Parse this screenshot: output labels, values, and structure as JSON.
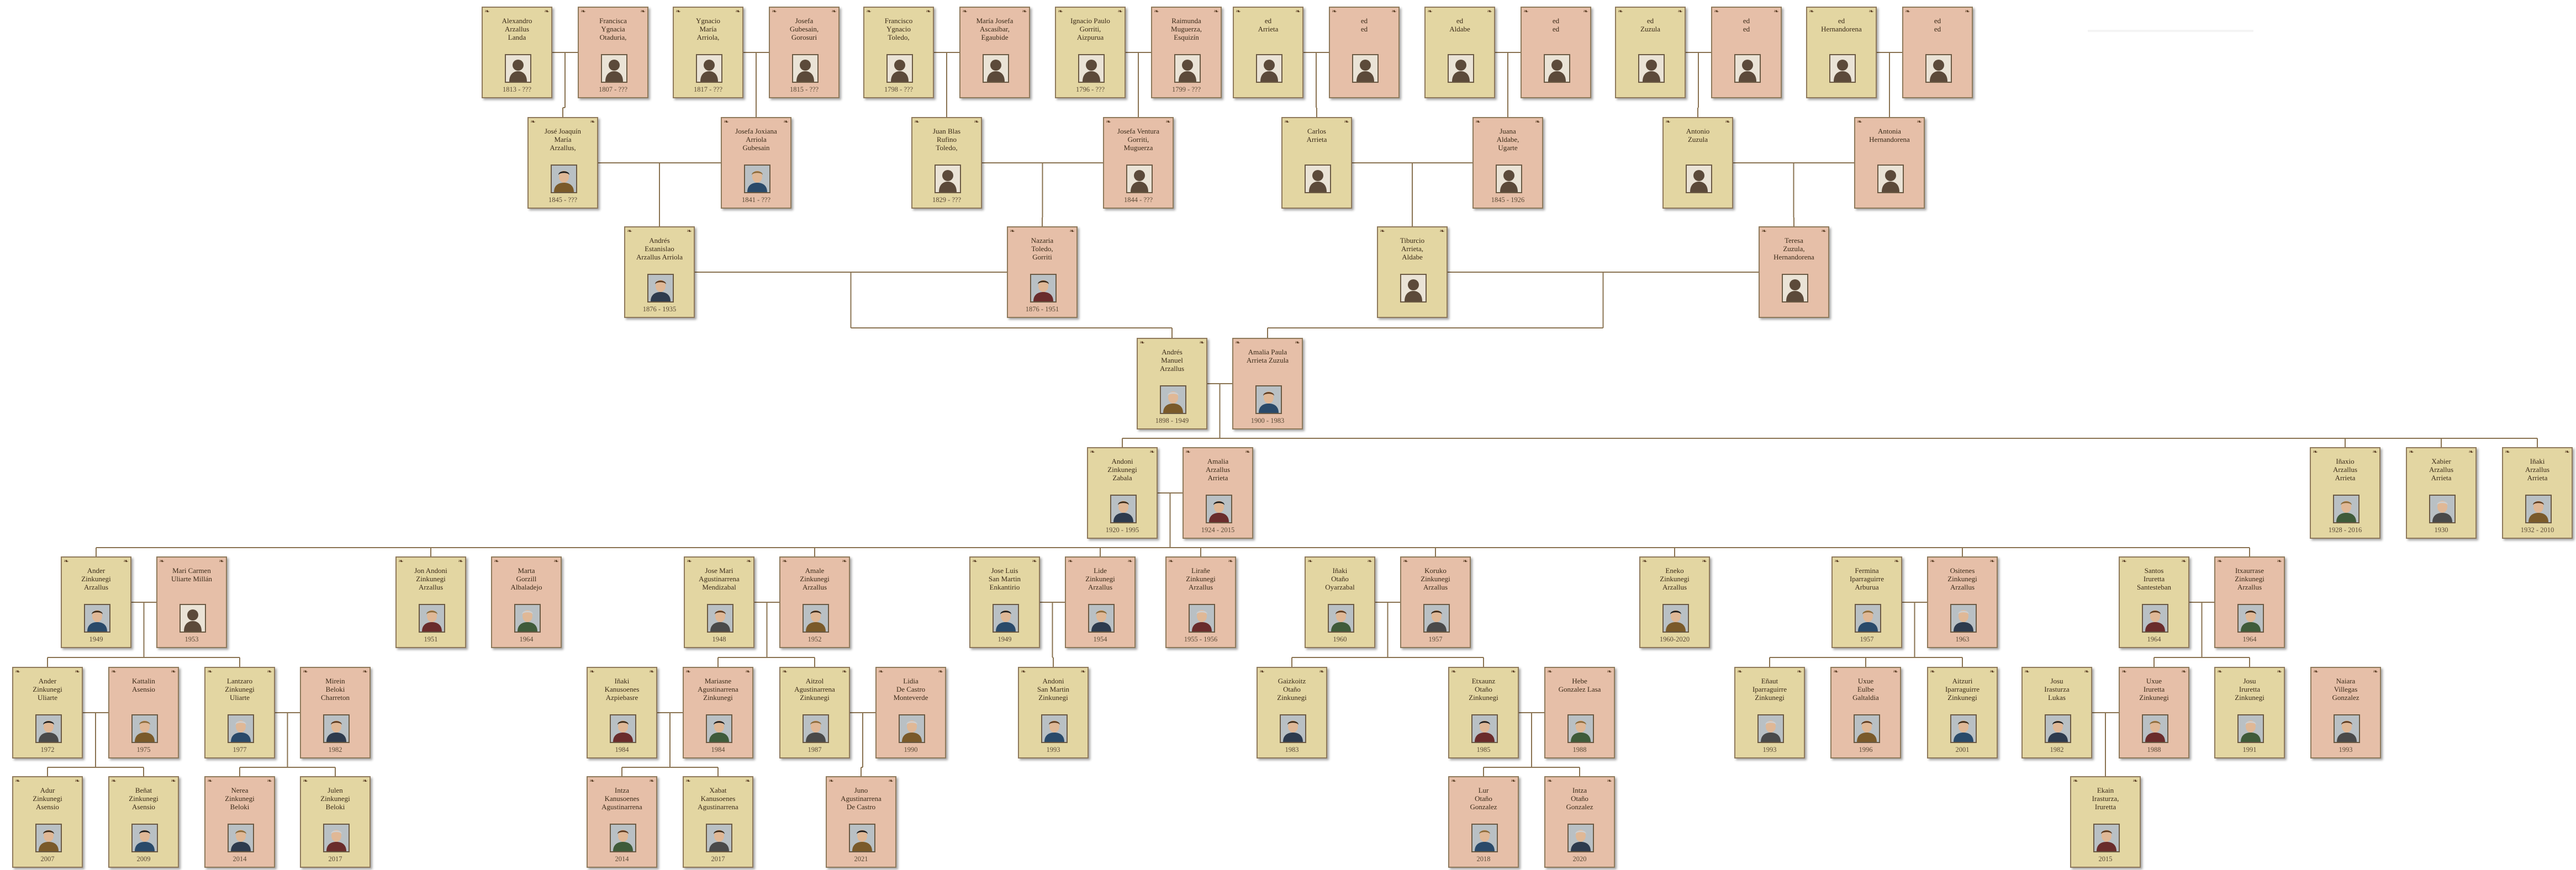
{
  "colors": {
    "male": "#e3d6a2",
    "female": "#e6bfa8",
    "line": "#8a7352"
  },
  "persons": [
    {
      "id": "g1",
      "names": [
        "Alexandro",
        "Arzallus",
        "Landa"
      ],
      "dates": "1813 - ???",
      "sex": "m",
      "photo": "silhouette-icon"
    },
    {
      "id": "g2",
      "names": [
        "Francisca",
        "Ygnacia",
        "Otaduria,"
      ],
      "dates": "1807 - ???",
      "sex": "f",
      "photo": "silhouette-icon"
    },
    {
      "id": "g3",
      "names": [
        "Ygnacio",
        "María",
        "Arriola,"
      ],
      "dates": "1817 - ???",
      "sex": "m",
      "photo": "silhouette-icon"
    },
    {
      "id": "g4",
      "names": [
        "Josefa",
        "Gubesain,",
        "Gorosuri"
      ],
      "dates": "1815 - ???",
      "sex": "f",
      "photo": "silhouette-icon"
    },
    {
      "id": "g5",
      "names": [
        "Francisco",
        "Ygnacio",
        "Toledo,"
      ],
      "dates": "1798 - ???",
      "sex": "m",
      "photo": "silhouette-icon"
    },
    {
      "id": "g6",
      "names": [
        "María Josefa",
        "Ascasíbar,",
        "Egaubide"
      ],
      "dates": "",
      "sex": "f",
      "photo": "silhouette-icon"
    },
    {
      "id": "g7",
      "names": [
        "Ignacio Paulo",
        "Gorriti,",
        "Aizpurua"
      ],
      "dates": "1796 - ???",
      "sex": "m",
      "photo": "silhouette-icon"
    },
    {
      "id": "g8",
      "names": [
        "Raimunda",
        "Muguerza,",
        "Esquizín"
      ],
      "dates": "1799 - ???",
      "sex": "f",
      "photo": "silhouette-icon"
    },
    {
      "id": "g9",
      "names": [
        "ed",
        "Arrieta"
      ],
      "dates": "",
      "sex": "m",
      "photo": "silhouette-icon"
    },
    {
      "id": "g10",
      "names": [
        "ed",
        "ed"
      ],
      "dates": "",
      "sex": "f",
      "photo": "silhouette-icon"
    },
    {
      "id": "g11",
      "names": [
        "ed",
        "Aldabe"
      ],
      "dates": "",
      "sex": "m",
      "photo": "silhouette-icon"
    },
    {
      "id": "g12",
      "names": [
        "ed",
        "ed"
      ],
      "dates": "",
      "sex": "f",
      "photo": "silhouette-icon"
    },
    {
      "id": "g13",
      "names": [
        "ed",
        "Zuzula"
      ],
      "dates": "",
      "sex": "m",
      "photo": "silhouette-icon"
    },
    {
      "id": "g14",
      "names": [
        "ed",
        "ed"
      ],
      "dates": "",
      "sex": "f",
      "photo": "silhouette-icon"
    },
    {
      "id": "g15",
      "names": [
        "ed",
        "Hernandorena"
      ],
      "dates": "",
      "sex": "m",
      "photo": "silhouette-icon"
    },
    {
      "id": "g16",
      "names": [
        "ed",
        "ed"
      ],
      "dates": "",
      "sex": "f",
      "photo": "silhouette-icon"
    },
    {
      "id": "p1",
      "names": [
        "José Joaquín",
        "María",
        "Arzallus,"
      ],
      "dates": "1845 - ???",
      "sex": "m",
      "photo": "portrait-photo"
    },
    {
      "id": "p2",
      "names": [
        "Josefa Joxiana",
        "Arriola",
        "Gubesain"
      ],
      "dates": "1841 - ???",
      "sex": "f",
      "photo": "portrait-photo"
    },
    {
      "id": "p3",
      "names": [
        "Juan Blas",
        "Rufino",
        "Toledo,"
      ],
      "dates": "1829 - ???",
      "sex": "m",
      "photo": "silhouette-icon"
    },
    {
      "id": "p4",
      "names": [
        "Josefa Ventura",
        "Gorriti,",
        "Muguerza"
      ],
      "dates": "1844 - ???",
      "sex": "f",
      "photo": "silhouette-icon"
    },
    {
      "id": "p5",
      "names": [
        "Carlos",
        "Arrieta"
      ],
      "dates": "",
      "sex": "m",
      "photo": "silhouette-icon"
    },
    {
      "id": "p6",
      "names": [
        "Juana",
        "Aldabe,",
        "Ugarte"
      ],
      "dates": "1845 - 1926",
      "sex": "f",
      "photo": "silhouette-icon"
    },
    {
      "id": "p7",
      "names": [
        "Antonio",
        "Zuzula"
      ],
      "dates": "",
      "sex": "m",
      "photo": "silhouette-icon"
    },
    {
      "id": "p8",
      "names": [
        "Antonia",
        "Hernandorena"
      ],
      "dates": "",
      "sex": "f",
      "photo": "silhouette-icon"
    },
    {
      "id": "q1",
      "names": [
        "Andrés",
        "Estanislao",
        "Arzallus Arriola"
      ],
      "dates": "1876 - 1935",
      "sex": "m",
      "photo": "portrait-photo"
    },
    {
      "id": "q2",
      "names": [
        "Nazaria",
        "Toledo,",
        "Gorriti"
      ],
      "dates": "1876 - 1951",
      "sex": "f",
      "photo": "portrait-photo"
    },
    {
      "id": "q3",
      "names": [
        "Tiburcio",
        "Arrieta,",
        "Aldabe"
      ],
      "dates": "",
      "sex": "m",
      "photo": "silhouette-icon"
    },
    {
      "id": "q4",
      "names": [
        "Teresa",
        "Zuzula,",
        "Hernandorena"
      ],
      "dates": "",
      "sex": "f",
      "photo": "silhouette-icon"
    },
    {
      "id": "r1",
      "names": [
        "Andrés",
        "Manuel",
        "Arzallus"
      ],
      "dates": "1898 - 1949",
      "sex": "m",
      "photo": "portrait-photo"
    },
    {
      "id": "r2",
      "names": [
        "Amalia Paula",
        "Arrieta Zuzula"
      ],
      "dates": "1900 - 1983",
      "sex": "f",
      "photo": "portrait-photo"
    },
    {
      "id": "s1",
      "names": [
        "Andoni",
        "Zinkunegi",
        "Zabala"
      ],
      "dates": "1920 - 1995",
      "sex": "m",
      "photo": "portrait-photo"
    },
    {
      "id": "s2",
      "names": [
        "Amalia",
        "Arzallus",
        "Arrieta"
      ],
      "dates": "1924 - 2015",
      "sex": "f",
      "photo": "portrait-photo"
    },
    {
      "id": "s3",
      "names": [
        "Iñaxio",
        "Arzallus",
        "Arrieta"
      ],
      "dates": "1928 - 2016",
      "sex": "m",
      "photo": "portrait-photo"
    },
    {
      "id": "s4",
      "names": [
        "Xabier",
        "Arzallus",
        "Arrieta"
      ],
      "dates": "1930",
      "sex": "m",
      "photo": "portrait-photo"
    },
    {
      "id": "s5",
      "names": [
        "Iñaki",
        "Arzallus",
        "Arrieta"
      ],
      "dates": "1932 - 2010",
      "sex": "m",
      "photo": "portrait-photo"
    },
    {
      "id": "t1",
      "names": [
        "Ander",
        "Zinkunegi",
        "Arzallus"
      ],
      "dates": "1949",
      "sex": "m",
      "photo": "portrait-photo"
    },
    {
      "id": "t2",
      "names": [
        "Mari Carmen",
        "Uliarte Millán"
      ],
      "dates": "1953",
      "sex": "f",
      "photo": "silhouette-icon"
    },
    {
      "id": "t3",
      "names": [
        "Jon Andoni",
        "Zinkunegi",
        "Arzallus"
      ],
      "dates": "1951",
      "sex": "m",
      "photo": "portrait-photo"
    },
    {
      "id": "t4",
      "names": [
        "Marta",
        "Gorzill",
        "Albaladejo"
      ],
      "dates": "1964",
      "sex": "f",
      "photo": "portrait-photo"
    },
    {
      "id": "t5",
      "names": [
        "Jose Mari",
        "Agustinarrena",
        "Mendizabal"
      ],
      "dates": "1948",
      "sex": "m",
      "photo": "portrait-photo"
    },
    {
      "id": "t6",
      "names": [
        "Amale",
        "Zinkunegi",
        "Arzallus"
      ],
      "dates": "1952",
      "sex": "f",
      "photo": "portrait-photo"
    },
    {
      "id": "t7",
      "names": [
        "Jose Luis",
        "San Martin",
        "Enkantirio"
      ],
      "dates": "1949",
      "sex": "m",
      "photo": "portrait-photo"
    },
    {
      "id": "t8",
      "names": [
        "Lide",
        "Zinkunegi",
        "Arzallus"
      ],
      "dates": "1954",
      "sex": "f",
      "photo": "portrait-photo"
    },
    {
      "id": "t9",
      "names": [
        "Lirañe",
        "Zinkunegi",
        "Arzallus"
      ],
      "dates": "1955 - 1956",
      "sex": "f",
      "photo": "portrait-photo"
    },
    {
      "id": "t10",
      "names": [
        "Iñaki",
        "Otaño",
        "Oyarzabal"
      ],
      "dates": "1960",
      "sex": "m",
      "photo": "portrait-photo"
    },
    {
      "id": "t11",
      "names": [
        "Koruko",
        "Zinkunegi",
        "Arzallus"
      ],
      "dates": "1957",
      "sex": "f",
      "photo": "portrait-photo"
    },
    {
      "id": "t12",
      "names": [
        "Eneko",
        "Zinkunegi",
        "Arzallus"
      ],
      "dates": "1960-2020",
      "sex": "m",
      "photo": "portrait-photo"
    },
    {
      "id": "t13",
      "names": [
        "Fermina",
        "Iparraguirre",
        "Arburua"
      ],
      "dates": "1957",
      "sex": "m",
      "photo": "portrait-photo"
    },
    {
      "id": "t14",
      "names": [
        "Ositenes",
        "Zinkunegi",
        "Arzallus"
      ],
      "dates": "1963",
      "sex": "f",
      "photo": "portrait-photo"
    },
    {
      "id": "t15",
      "names": [
        "Santos",
        "Iruretta",
        "Santesteban"
      ],
      "dates": "1964",
      "sex": "m",
      "photo": "portrait-photo"
    },
    {
      "id": "t16",
      "names": [
        "Itxaurrase",
        "Zinkunegi",
        "Arzallus"
      ],
      "dates": "1964",
      "sex": "f",
      "photo": "portrait-photo"
    },
    {
      "id": "u1",
      "names": [
        "Ander",
        "Zinkunegi",
        "Uliarte"
      ],
      "dates": "1972",
      "sex": "m",
      "photo": "portrait-photo"
    },
    {
      "id": "u2",
      "names": [
        "Kattalin",
        "Asensio"
      ],
      "dates": "1975",
      "sex": "f",
      "photo": "portrait-photo"
    },
    {
      "id": "u3",
      "names": [
        "Lantzaro",
        "Zinkunegi",
        "Uliarte"
      ],
      "dates": "1977",
      "sex": "m",
      "photo": "portrait-photo"
    },
    {
      "id": "u4",
      "names": [
        "Mirein",
        "Beloki",
        "Charreton"
      ],
      "dates": "1982",
      "sex": "f",
      "photo": "portrait-photo"
    },
    {
      "id": "u5",
      "names": [
        "Iñaki",
        "Kanusoenes",
        "Azpiebasre"
      ],
      "dates": "1984",
      "sex": "m",
      "photo": "portrait-photo"
    },
    {
      "id": "u6",
      "names": [
        "Mariasne",
        "Agustinarrena",
        "Zinkunegi"
      ],
      "dates": "1984",
      "sex": "f",
      "photo": "portrait-photo"
    },
    {
      "id": "u7",
      "names": [
        "Aitzol",
        "Agustinarrena",
        "Zinkunegi"
      ],
      "dates": "1987",
      "sex": "m",
      "photo": "portrait-photo"
    },
    {
      "id": "u8",
      "names": [
        "Lidia",
        "De Castro",
        "Monteverde"
      ],
      "dates": "1990",
      "sex": "f",
      "photo": "portrait-photo"
    },
    {
      "id": "u9",
      "names": [
        "Andoni",
        "San Martin",
        "Zinkunegi"
      ],
      "dates": "1993",
      "sex": "m",
      "photo": "portrait-photo"
    },
    {
      "id": "u10",
      "names": [
        "Gaizkoitz",
        "Otaño",
        "Zinkunegi"
      ],
      "dates": "1983",
      "sex": "m",
      "photo": "portrait-photo"
    },
    {
      "id": "u11",
      "names": [
        "Etxaunz",
        "Otaño",
        "Zinkunegi"
      ],
      "dates": "1985",
      "sex": "m",
      "photo": "portrait-photo"
    },
    {
      "id": "u12",
      "names": [
        "Hebe",
        "Gonzalez Lasa"
      ],
      "dates": "1988",
      "sex": "f",
      "photo": "portrait-photo"
    },
    {
      "id": "u13",
      "names": [
        "Eñaut",
        "Iparraguirre",
        "Zinkunegi"
      ],
      "dates": "1993",
      "sex": "m",
      "photo": "portrait-photo"
    },
    {
      "id": "u14",
      "names": [
        "Uxue",
        "Eulbe",
        "Galtaldia"
      ],
      "dates": "1996",
      "sex": "f",
      "photo": "portrait-photo"
    },
    {
      "id": "u15",
      "names": [
        "Aitzuri",
        "Iparraguirre",
        "Zinkunegi"
      ],
      "dates": "2001",
      "sex": "m",
      "photo": "portrait-photo"
    },
    {
      "id": "u16",
      "names": [
        "Josu",
        "Irasturza",
        "Lukas"
      ],
      "dates": "1982",
      "sex": "m",
      "photo": "portrait-photo"
    },
    {
      "id": "u17",
      "names": [
        "Uxue",
        "Iruretta",
        "Zinkunegi"
      ],
      "dates": "1988",
      "sex": "f",
      "photo": "portrait-photo"
    },
    {
      "id": "u18",
      "names": [
        "Josu",
        "Iruretta",
        "Zinkunegi"
      ],
      "dates": "1991",
      "sex": "m",
      "photo": "portrait-photo"
    },
    {
      "id": "u19",
      "names": [
        "Naiara",
        "Villegas",
        "Gonzalez"
      ],
      "dates": "1993",
      "sex": "f",
      "photo": "portrait-photo"
    },
    {
      "id": "v1",
      "names": [
        "Adur",
        "Zinkunegi",
        "Asensio"
      ],
      "dates": "2007",
      "sex": "m",
      "photo": "portrait-photo"
    },
    {
      "id": "v2",
      "names": [
        "Beñat",
        "Zinkunegi",
        "Asensio"
      ],
      "dates": "2009",
      "sex": "m",
      "photo": "portrait-photo"
    },
    {
      "id": "v3",
      "names": [
        "Nerea",
        "Zinkunegi",
        "Beloki"
      ],
      "dates": "2014",
      "sex": "f",
      "photo": "portrait-photo"
    },
    {
      "id": "v4",
      "names": [
        "Julen",
        "Zinkunegi",
        "Beloki"
      ],
      "dates": "2017",
      "sex": "m",
      "photo": "portrait-photo"
    },
    {
      "id": "v5",
      "names": [
        "Intza",
        "Kanusoenes",
        "Agustinarrena"
      ],
      "dates": "2014",
      "sex": "f",
      "photo": "portrait-photo"
    },
    {
      "id": "v6",
      "names": [
        "Xabat",
        "Kanusoenes",
        "Agustinarrena"
      ],
      "dates": "2017",
      "sex": "m",
      "photo": "portrait-photo"
    },
    {
      "id": "v7",
      "names": [
        "Juno",
        "Agustinarrena",
        "De Castro"
      ],
      "dates": "2021",
      "sex": "f",
      "photo": "portrait-photo"
    },
    {
      "id": "v8",
      "names": [
        "Lur",
        "Otaño",
        "Gonzalez"
      ],
      "dates": "2018",
      "sex": "f",
      "photo": "portrait-photo"
    },
    {
      "id": "v9",
      "names": [
        "Intza",
        "Otaño",
        "Gonzalez"
      ],
      "dates": "2020",
      "sex": "f",
      "photo": "portrait-photo"
    },
    {
      "id": "v10",
      "names": [
        "Ekain",
        "Irasturza,",
        "Iruretta"
      ],
      "dates": "2015",
      "sex": "m",
      "photo": "portrait-photo"
    }
  ]
}
